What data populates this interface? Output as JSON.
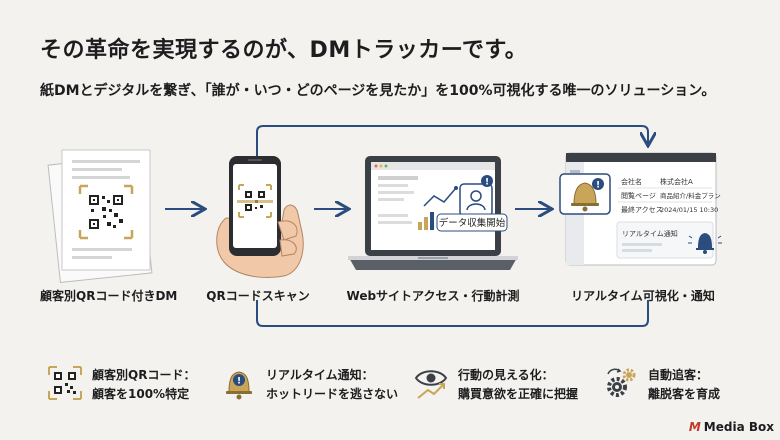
{
  "title": "その革命を実現するのが、DMトラッカーです。",
  "subtitle": "紙DMとデジタルを繋ぎ、「誰が・いつ・どのページを見たか」を100%可視化する唯一のソリューション。",
  "steps": [
    {
      "label": "顧客別QRコード付きDM"
    },
    {
      "label": "QRコードスキャン"
    },
    {
      "label": "Webサイトアクセス・行動計測"
    },
    {
      "label": "リアルタイム可視化・通知"
    }
  ],
  "laptop_badge": "データ収集開始",
  "dashboard": {
    "rows": [
      {
        "key": "会社名",
        "value": "株式会社A"
      },
      {
        "key": "閲覧ページ",
        "value": "商品紹介/料金プラン"
      },
      {
        "key": "最終アクセス",
        "value": "2024/01/15 10:30"
      }
    ],
    "notify_label": "リアルタイム通知"
  },
  "features": [
    {
      "line1": "顧客別QRコード：",
      "line2": "顧客を100%特定",
      "icon": "qr-code-icon"
    },
    {
      "line1": "リアルタイム通知：",
      "line2": "ホットリードを逃さない",
      "icon": "bell-icon"
    },
    {
      "line1": "行動の見える化：",
      "line2": "購買意欲を正確に把握",
      "icon": "eye-trend-icon"
    },
    {
      "line1": "自動追客：",
      "line2": "離脱客を育成",
      "icon": "gears-icon"
    }
  ],
  "brand": {
    "mark": "M",
    "name": "Media Box"
  },
  "colors": {
    "accent": "#2b4c7e",
    "gold": "#c9a55a",
    "dark": "#3b3f46"
  }
}
